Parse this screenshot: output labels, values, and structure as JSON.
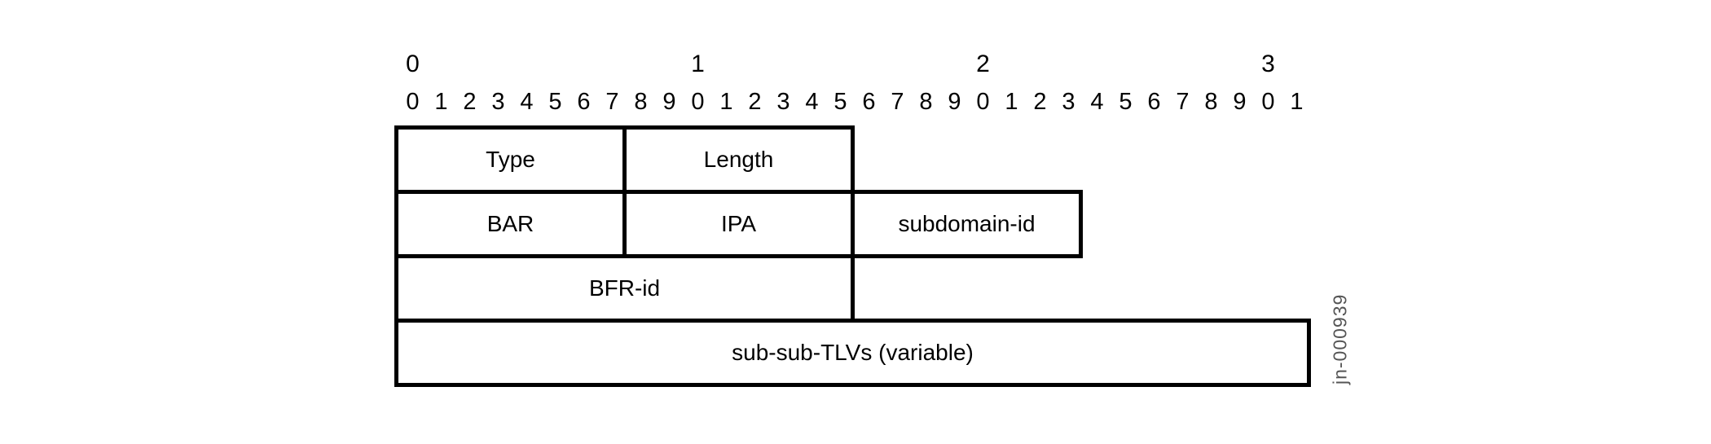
{
  "figure": {
    "kind": "packet-format-diagram",
    "watermark": "jn-000939",
    "colors": {
      "background": "#ffffff",
      "line": "#000000",
      "text": "#000000",
      "watermark": "#555555"
    }
  },
  "ruler": {
    "group_labels": [
      {
        "text": "0",
        "bit": 0
      },
      {
        "text": "1",
        "bit": 10
      },
      {
        "text": "2",
        "bit": 20
      },
      {
        "text": "3",
        "bit": 30
      }
    ],
    "bit_numbers": [
      "0",
      "1",
      "2",
      "3",
      "4",
      "5",
      "6",
      "7",
      "8",
      "9",
      "0",
      "1",
      "2",
      "3",
      "4",
      "5",
      "6",
      "7",
      "8",
      "9",
      "0",
      "1",
      "2",
      "3",
      "4",
      "5",
      "6",
      "7",
      "8",
      "9",
      "0",
      "1"
    ]
  },
  "fields": {
    "bits_total": 32,
    "rows": [
      {
        "cells": [
          {
            "label": "Type",
            "bits": 8
          },
          {
            "label": "Length",
            "bits": 8
          }
        ]
      },
      {
        "cells": [
          {
            "label": "BAR",
            "bits": 8
          },
          {
            "label": "IPA",
            "bits": 8
          },
          {
            "label": "subdomain-id",
            "bits": 8
          }
        ]
      },
      {
        "cells": [
          {
            "label": "BFR-id",
            "bits": 16
          }
        ]
      },
      {
        "cells": [
          {
            "label": "sub-sub-TLVs (variable)",
            "bits": 32
          }
        ]
      }
    ]
  }
}
